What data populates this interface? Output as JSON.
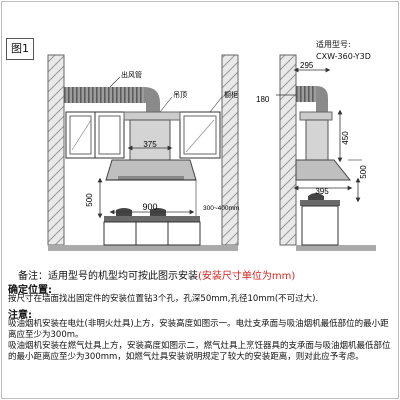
{
  "figure_label": "图1",
  "model": {
    "caption": "适用型号:",
    "code": "CXW-360-Y3D"
  },
  "diagram_labels": {
    "outlet_pipe": "出风管",
    "hanger": "吊顶",
    "cabinet": "橱柜",
    "dim_375": "375",
    "dim_500": "500",
    "dim_900": "900",
    "dim_range": "300~400mm",
    "dim_295": "295",
    "dim_180": "180",
    "dim_450": "450",
    "dim_500_right": "500",
    "dim_395": "395"
  },
  "note": {
    "prefix": "备注：适用型号的机型均可按此图示安装",
    "highlight": "(安装尺寸单位为mm)"
  },
  "section_position": {
    "title": "确定位置:",
    "text": "按尺寸在墙面找出固定件的安装位置钻3个孔，孔深50mm,孔径10mm(不可过大)."
  },
  "section_note": {
    "title": "注意:",
    "text1": "吸油烟机安装在电灶(非明火灶具)上方，安装高度如图示一。电灶支承面与吸油烟机最低部位的最小距离应至少为300m。",
    "text2": "吸油烟机安装在燃气灶具上方，安装高度如图示二，燃气灶具上烹饪器具的支承面与吸油烟机最低部位的最小距离应至少为300mm，如燃气灶具安装说明规定了较大的安装距离，则对此应予考虑。"
  }
}
